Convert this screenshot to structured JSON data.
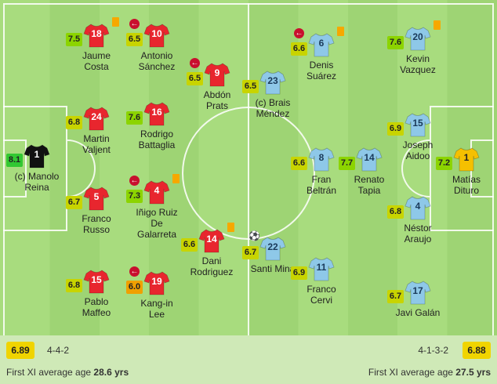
{
  "home": {
    "color": "#e8262e",
    "formation": "4-4-2",
    "avg_rating": "6.89",
    "age_label": "First XI average age",
    "age_value": "28.6 yrs",
    "players": [
      {
        "num": "1",
        "name": "(c) Manolo\nReina",
        "rating": "8.1",
        "rating_color": "#32c832",
        "shirt": "#111111",
        "numcolor": "#ffffff"
      },
      {
        "num": "5",
        "name": "Franco\nRusso",
        "rating": "6.7",
        "rating_color": "#c8d400"
      },
      {
        "num": "24",
        "name": "Martin\nValjent",
        "rating": "6.8",
        "rating_color": "#c8d400"
      },
      {
        "num": "18",
        "name": "Jaume\nCosta",
        "rating": "7.5",
        "rating_color": "#8cd400",
        "card": true
      },
      {
        "num": "15",
        "name": "Pablo\nMaffeo",
        "rating": "6.8",
        "rating_color": "#c8d400"
      },
      {
        "num": "19",
        "name": "Kang-in\nLee",
        "rating": "6.0",
        "rating_color": "#f0a000",
        "sub": true
      },
      {
        "num": "4",
        "name": "Iñigo Ruiz\nDe\nGalarreta",
        "rating": "7.3",
        "rating_color": "#8cd400",
        "sub": true,
        "card": true
      },
      {
        "num": "16",
        "name": "Rodrigo\nBattaglia",
        "rating": "7.6",
        "rating_color": "#8cd400"
      },
      {
        "num": "10",
        "name": "Antonio\nSánchez",
        "rating": "6.5",
        "rating_color": "#c8d400",
        "sub": true
      },
      {
        "num": "14",
        "name": "Dani\nRodriguez",
        "rating": "6.6",
        "rating_color": "#c8d400",
        "card": true
      },
      {
        "num": "9",
        "name": "Abdón\nPrats",
        "rating": "6.5",
        "rating_color": "#c8d400",
        "sub": true
      }
    ]
  },
  "away": {
    "color": "#8ec8e8",
    "formation": "4-1-3-2",
    "avg_rating": "6.88",
    "age_label": "First XI average age",
    "age_value": "27.5 yrs",
    "players": [
      {
        "num": "23",
        "name": "(c) Brais\nMéndez",
        "rating": "6.5",
        "rating_color": "#c8d400"
      },
      {
        "num": "22",
        "name": "Santi Mina",
        "rating": "6.7",
        "rating_color": "#c8d400",
        "goal": true
      },
      {
        "num": "6",
        "name": "Denis\nSuárez",
        "rating": "6.6",
        "rating_color": "#c8d400",
        "sub": true,
        "card": true
      },
      {
        "num": "8",
        "name": "Fran\nBeltrán",
        "rating": "6.6",
        "rating_color": "#c8d400"
      },
      {
        "num": "11",
        "name": "Franco\nCervi",
        "rating": "6.9",
        "rating_color": "#c8d400"
      },
      {
        "num": "14",
        "name": "Renato\nTapia",
        "rating": "7.7",
        "rating_color": "#8cd400"
      },
      {
        "num": "20",
        "name": "Kevin\nVazquez",
        "rating": "7.6",
        "rating_color": "#8cd400",
        "card": true
      },
      {
        "num": "15",
        "name": "Joseph\nAidoo",
        "rating": "6.9",
        "rating_color": "#c8d400"
      },
      {
        "num": "4",
        "name": "Néstor\nAraujo",
        "rating": "6.8",
        "rating_color": "#c8d400"
      },
      {
        "num": "17",
        "name": "Javi Galán",
        "rating": "6.7",
        "rating_color": "#c8d400"
      },
      {
        "num": "1",
        "name": "Matías\nDituro",
        "rating": "7.2",
        "rating_color": "#8cd400",
        "shirt": "#f5c000",
        "numcolor": "#222222"
      }
    ]
  }
}
